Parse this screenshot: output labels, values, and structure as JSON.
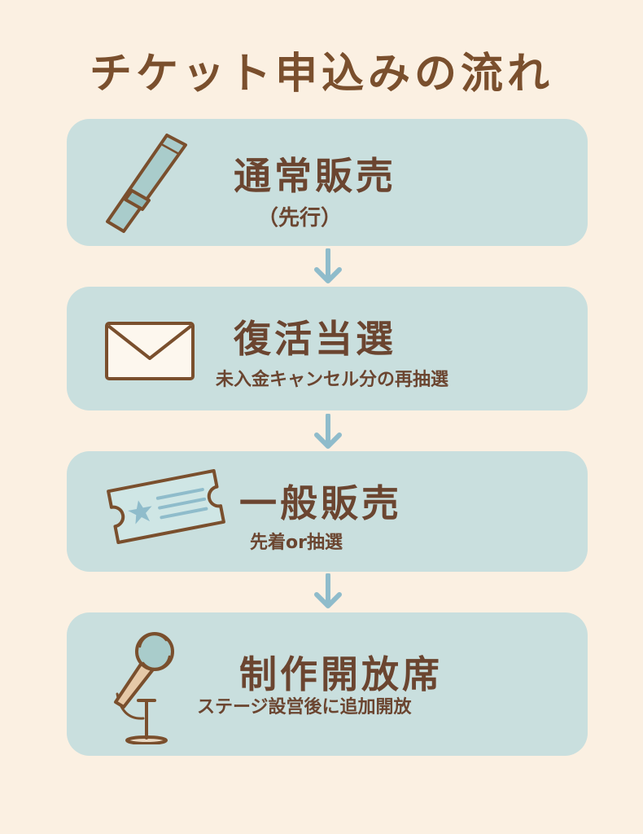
{
  "title": "チケット申込みの流れ",
  "steps": [
    {
      "title": "通常販売",
      "subtitle": "（先行）",
      "icon": "pen-icon"
    },
    {
      "title": "復活当選",
      "subtitle": "未入金キャンセル分の再抽選",
      "icon": "envelope-icon"
    },
    {
      "title": "一般販売",
      "subtitle": "先着or抽選",
      "icon": "ticket-icon"
    },
    {
      "title": "制作開放席",
      "subtitle": "ステージ設営後に追加開放",
      "icon": "microphone-icon"
    }
  ],
  "colors": {
    "background": "#fbf0e2",
    "card": "#c9dfde",
    "text": "#6b4530",
    "arrow": "#8fbccb"
  }
}
